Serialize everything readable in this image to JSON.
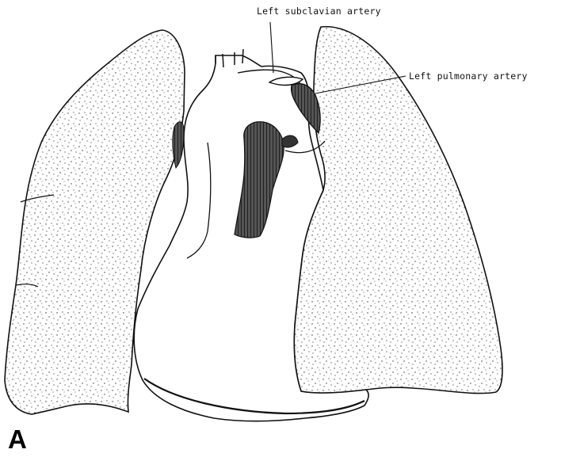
{
  "labels": {
    "left_subclavian_artery": "Left subclavian artery",
    "left_pulmonary_artery": "Left pulmonary artery"
  },
  "panel_letter": "A",
  "colors": {
    "background": "#ffffff",
    "line": "#111111",
    "stipple": "#333333",
    "vessel_shading": "#2a2a2a"
  }
}
